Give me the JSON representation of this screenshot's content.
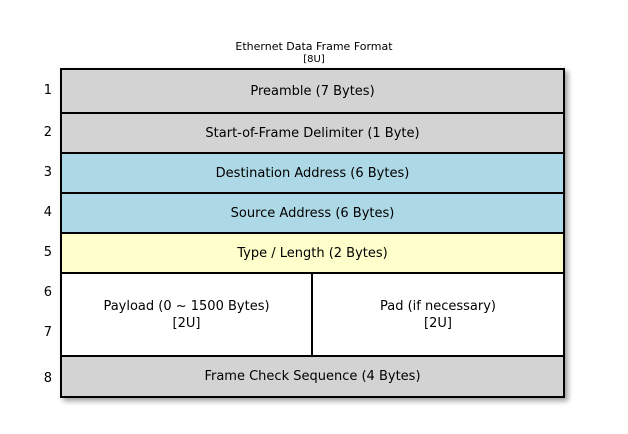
{
  "diagram": {
    "title": "Ethernet Data Frame Format",
    "title_sub": "[8U]",
    "colors": {
      "gray": "#D3D3D3",
      "blue": "#ADD8E6",
      "yellow": "#FFFFCC",
      "white": "#FFFFFF",
      "border": "#000000",
      "background": "#FFFFFF"
    },
    "row_numbers": [
      "1",
      "2",
      "3",
      "4",
      "5",
      "6",
      "7",
      "8"
    ],
    "rows": [
      {
        "number": "1",
        "label": "Preamble (7 Bytes)",
        "sub": "",
        "fill": "#D3D3D3",
        "split": false
      },
      {
        "number": "2",
        "label": "Start-of-Frame Delimiter (1 Byte)",
        "sub": "",
        "fill": "#D3D3D3",
        "split": false
      },
      {
        "number": "3",
        "label": "Destination Address (6 Bytes)",
        "sub": "",
        "fill": "#ADD8E6",
        "split": false
      },
      {
        "number": "4",
        "label": "Source Address (6 Bytes)",
        "sub": "",
        "fill": "#ADD8E6",
        "split": false
      },
      {
        "number": "5",
        "label": "Type / Length (2 Bytes)",
        "sub": "",
        "fill": "#FFFFCC",
        "split": false
      },
      {
        "number": "6-7",
        "fill": "#FFFFFF",
        "split": true,
        "left_label": "Payload (0 ~ 1500 Bytes)",
        "left_sub": "[2U]",
        "right_label": "Pad (if necessary)",
        "right_sub": "[2U]"
      },
      {
        "number": "8",
        "label": "Frame Check Sequence (4 Bytes)",
        "sub": "",
        "fill": "#D3D3D3",
        "split": false
      }
    ]
  }
}
